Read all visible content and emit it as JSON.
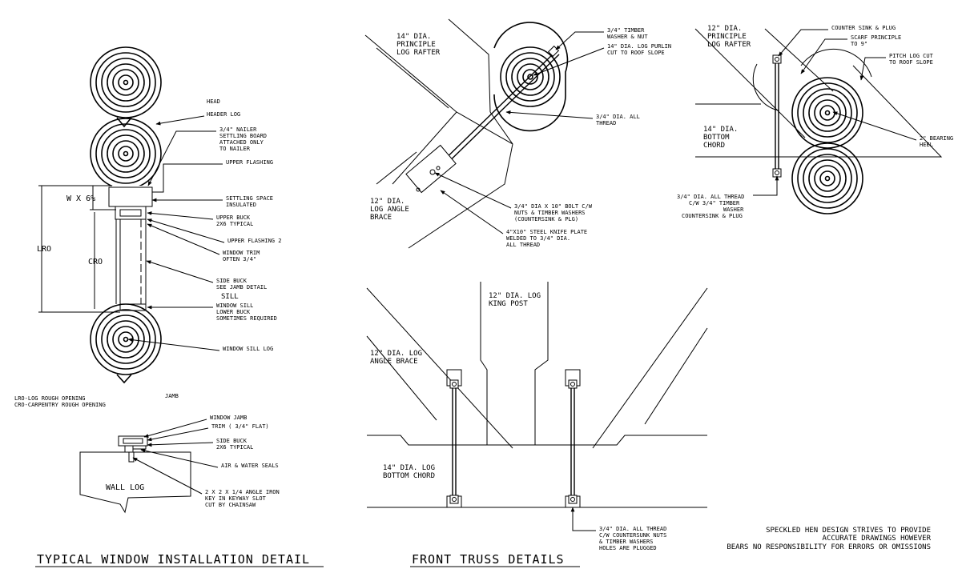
{
  "window_detail": {
    "title": "TYPICAL WINDOW INSTALLATION DETAIL",
    "head": "HEAD",
    "header_log": "HEADER LOG",
    "nailer": [
      "3/4\" NAILER",
      "SETTLING BOARD",
      "ATTACHED ONLY",
      "TO NAILER"
    ],
    "upper_flashing": "UPPER FLASHING",
    "w_pct": "W X 6%",
    "settling_space": [
      "SETTLING SPACE",
      "INSULATED"
    ],
    "upper_buck": [
      "UPPER BUCK",
      "2X6 TYPICAL"
    ],
    "upper_flashing_2": "UPPER FLASHING 2",
    "window_trim": [
      "WINDOW TRIM",
      "OFTEN 3/4\""
    ],
    "lro": "LRO",
    "cro": "CRO",
    "side_buck": [
      "SIDE BUCK",
      "SEE JAMB DETAIL"
    ],
    "sill": "SILL",
    "window_sill": [
      "WINDOW SILL",
      "LOWER BUCK",
      "SOMETIMES REQUIRED"
    ],
    "window_sill_log": "WINDOW SILL LOG",
    "legend": [
      "LRO-LOG ROUGH OPENING",
      "CRO-CARPENTRY ROUGH OPENING"
    ],
    "jamb": "JAMB",
    "window_jamb": "WINDOW JAMB",
    "trim_flat": "TRIM ( 3/4\" FLAT)",
    "side_buck_2x6": [
      "SIDE BUCK",
      "2X6 TYPICAL"
    ],
    "air_water": "AIR & WATER SEALS",
    "wall_log": "WALL LOG",
    "angle_iron": [
      "2 X 2 X 1/4 ANGLE IRON",
      "KEY IN KEYWAY SLOT",
      "CUT BY CHAINSAW"
    ]
  },
  "truss_detail": {
    "title": "FRONT TRUSS DETAILS",
    "rafter_14": [
      "14\" DIA.",
      "PRINCIPLE",
      "LOG RAFTER"
    ],
    "timber_washer": [
      "3/4\" TIMBER",
      "WASHER & NUT"
    ],
    "purlin": [
      "14\" DIA. LOG PURLIN",
      "CUT TO ROOF SLOPE"
    ],
    "all_thread": [
      "3/4\" DIA. ALL",
      "THREAD"
    ],
    "angle_brace_12": [
      "12\" DIA.",
      "LOG ANGLE",
      "BRACE"
    ],
    "bolt": [
      "3/4\" DIA X 10\" BOLT C/W",
      "NUTS & TIMBER WASHERS",
      "(COUNTERSINK & PLG)"
    ],
    "knife_plate": [
      "4\"X10\" STEEL KNIFE PLATE",
      "WELDED TO 3/4\" DIA.",
      "ALL THREAD"
    ],
    "king_post": [
      "12\" DIA. LOG",
      "KING POST"
    ],
    "angle_brace": [
      "12\" DIA. LOG",
      "ANGLE BRACE"
    ],
    "bottom_chord": [
      "14\" DIA. LOG",
      "BOTTOM CHORD"
    ],
    "all_thread_bottom": [
      "3/4\" DIA. ALL THREAD",
      "C/W COUNTERSUNK NUTS",
      "& TIMBER WASHERS",
      "HOLES ARE PLUGGED"
    ]
  },
  "heel_detail": {
    "rafter_12": [
      "12\" DIA.",
      "PRINCIPLE",
      "LOG RAFTER"
    ],
    "counter_sink": "COUNTER SINK & PLUG",
    "scarf": [
      "SCARF PRINCIPLE",
      "TO 9\""
    ],
    "pitch_cut": [
      "PITCH LOG CUT",
      "TO ROOF SLOPE"
    ],
    "bottom_chord": [
      "14\" DIA.",
      "BOTTOM",
      "CHORD"
    ],
    "bearing_heel": [
      "2\" BEARING",
      "HEEL"
    ],
    "all_thread": [
      "3/4\" DIA. ALL THREAD",
      "C/W 3/4\" TIMBER",
      "WASHER",
      "COUNTERSINK & PLUG"
    ]
  },
  "disclaimer": [
    "SPECKLED HEN DESIGN STRIVES TO PROVIDE",
    "ACCURATE DRAWINGS HOWEVER",
    "BEARS NO RESPONSIBILITY FOR ERRORS OR OMISSIONS"
  ]
}
